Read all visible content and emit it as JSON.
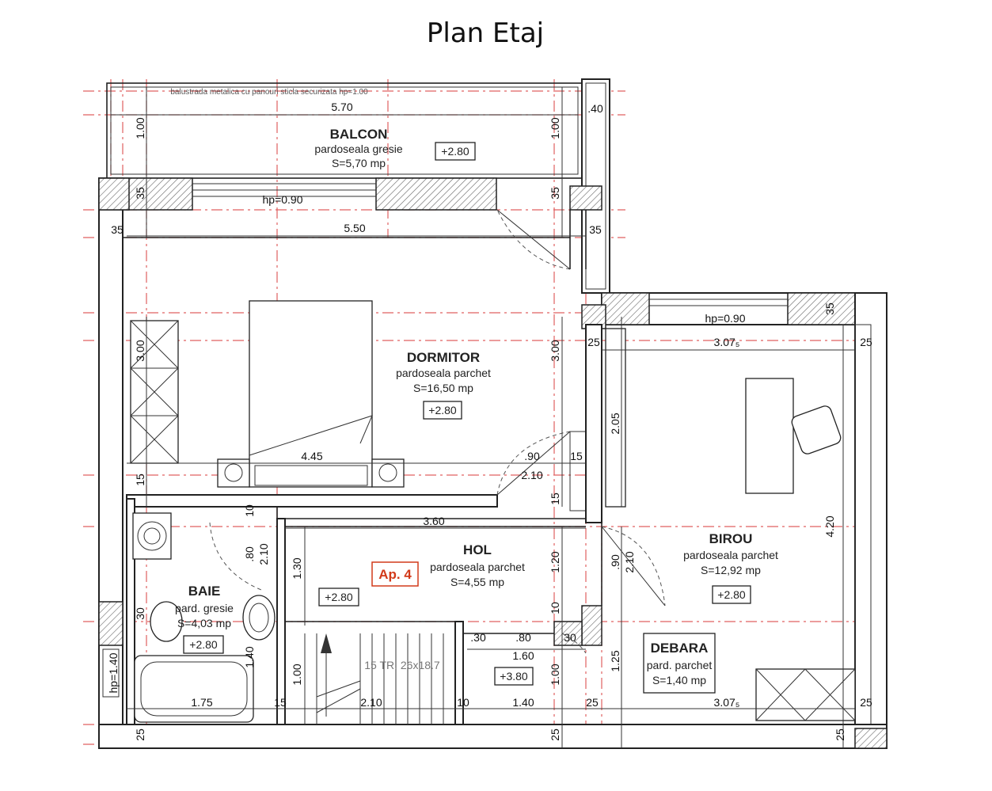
{
  "title": "Plan Etaj",
  "apartment_label": "Ap. 4",
  "balcony_note": "balustrada metalica cu panouri sticla securizata hp=1.00",
  "rooms": {
    "balcon": {
      "name": "BALCON",
      "finish": "pardoseala gresie",
      "area": "S=5,70 mp",
      "level": "+2.80"
    },
    "dormitor": {
      "name": "DORMITOR",
      "finish": "pardoseala parchet",
      "area": "S=16,50 mp",
      "level": "+2.80"
    },
    "birou": {
      "name": "BIROU",
      "finish": "pardoseala parchet",
      "area": "S=12,92 mp",
      "level": "+2.80"
    },
    "hol": {
      "name": "HOL",
      "finish": "pardoseala parchet",
      "area": "S=4,55 mp",
      "level": "+2.80"
    },
    "baie": {
      "name": "BAIE",
      "finish": "pard. gresie",
      "area": "S=4,03 mp",
      "level": "+2.80"
    },
    "debara": {
      "name": "DEBARA",
      "finish": "pard. parchet",
      "area": "S=1,40 mp",
      "level": ""
    }
  },
  "stair": {
    "label": "15 TR. 26x18.7",
    "level": "+3.80"
  },
  "dimensions": {
    "d570": "5.70",
    "d40": ".40",
    "d100a": "1.00",
    "d100b": "1.00",
    "d35a": "35",
    "d35b": "35",
    "d35c": "35",
    "d35d": "35",
    "d35e": "35",
    "hp090a": "hp=0.90",
    "hp090b": "hp=0.90",
    "d550": "5.50",
    "d300a": "3.00",
    "d300b": "3.00",
    "d25a": "25",
    "d25b": "25",
    "d25c": "25",
    "d25d": "25",
    "d25e": "25",
    "d25f": "25",
    "d25g": "25",
    "d307a": "3.07₅",
    "d307b": "3.07₅",
    "d205": "2.05",
    "d445": "4.45",
    "d90a": ".90",
    "d15a": "15",
    "d15b": "15",
    "d15c": "15",
    "d210a": "2.10",
    "d210b": "2.10",
    "d210c": "2.10",
    "d210d": "2.10",
    "d10a": "10",
    "d10b": "10",
    "d10c": "10",
    "d360": "3.60",
    "d80a": ".80",
    "d80b": ".80",
    "d130": "1.30",
    "d120": "1.20",
    "d90b": ".90",
    "d420": "4.20",
    "d30a": "30",
    "d30b": "30",
    "d30c": ".30",
    "d160": "1.60",
    "d140a": "1.40",
    "d140b": "1.40",
    "d100c": "1.00",
    "d100d": "1.00",
    "d125": "1.25",
    "d175": "1.75",
    "hp140": "hp=1.40"
  }
}
